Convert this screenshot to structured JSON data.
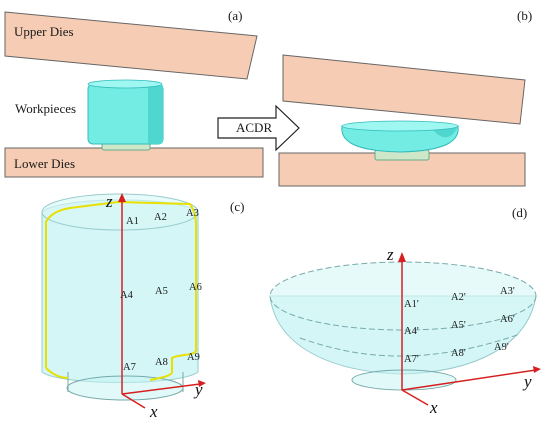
{
  "panels": {
    "a": "(a)",
    "b": "(b)",
    "c": "(c)",
    "d": "(d)"
  },
  "labels": {
    "upper_dies": "Upper Dies",
    "workpieces": "Workpieces",
    "lower_dies": "Lower Dies",
    "process": "ACDR"
  },
  "axes_c": {
    "z": "z",
    "x": "x",
    "y": "y"
  },
  "axes_d": {
    "z": "z",
    "x": "x",
    "y": "y"
  },
  "points_c": [
    "A1",
    "A2",
    "A3",
    "A4",
    "A5",
    "A6",
    "A7",
    "A8",
    "A9"
  ],
  "points_d": [
    "A1'",
    "A2'",
    "A3'",
    "A4'",
    "A5'",
    "A6'",
    "A7'",
    "A8'",
    "A9'"
  ],
  "colors": {
    "die": "#f6cdb4",
    "die_edge": "#555555",
    "workpiece": "#7ff2ea",
    "workpiece_side": "#4fd9d2",
    "base": "#c8e6c9",
    "transparent_body": "#c6f3f3",
    "axis": "#d62020",
    "path": "#f2e600"
  }
}
